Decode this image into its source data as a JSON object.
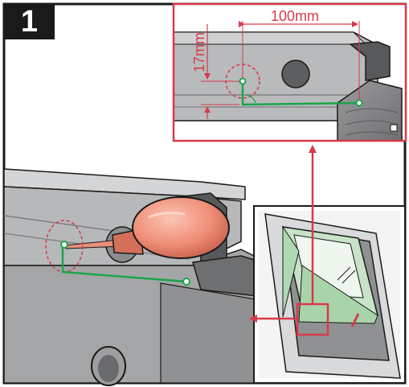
{
  "step": {
    "number": "1"
  },
  "dimensions": {
    "horizontal": "100mm",
    "vertical": "17mm"
  },
  "colors": {
    "frame": "#1a1a1a",
    "accent": "#d83a4a",
    "guide": "#1aa54a",
    "handle": "#f0907a",
    "metal_light": "#c9cacb",
    "metal_mid": "#a7a9ab",
    "metal_dark": "#58595b"
  },
  "icons": [
    "screwdriver-icon",
    "roof-window-icon",
    "arrow-icon"
  ]
}
